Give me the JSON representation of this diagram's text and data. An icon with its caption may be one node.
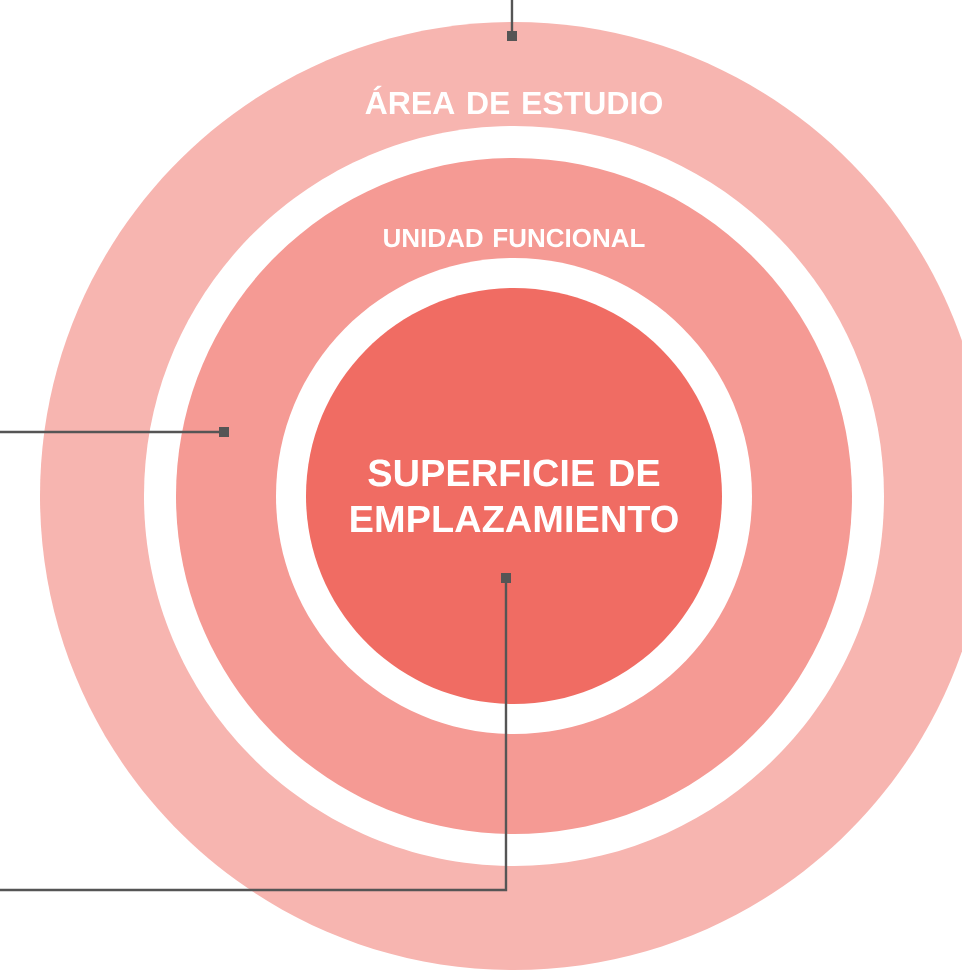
{
  "diagram": {
    "nodes": [
      {
        "text": [
          "ÁREA DE ESTUDIO"
        ]
      },
      {
        "text": [
          "UNIDAD FUNCIONAL"
        ],
        "in": 0
      },
      {
        "text": [
          "SUPERFICIE DE EMPLAZAMIENTO"
        ],
        "in": 1
      }
    ],
    "edges": [
      {
        "from": null,
        "to": 0,
        "arrow": "other"
      },
      {
        "from": null,
        "to": 1,
        "arrow": "other"
      },
      {
        "from": null,
        "to": 2,
        "arrow": "other"
      }
    ]
  }
}
